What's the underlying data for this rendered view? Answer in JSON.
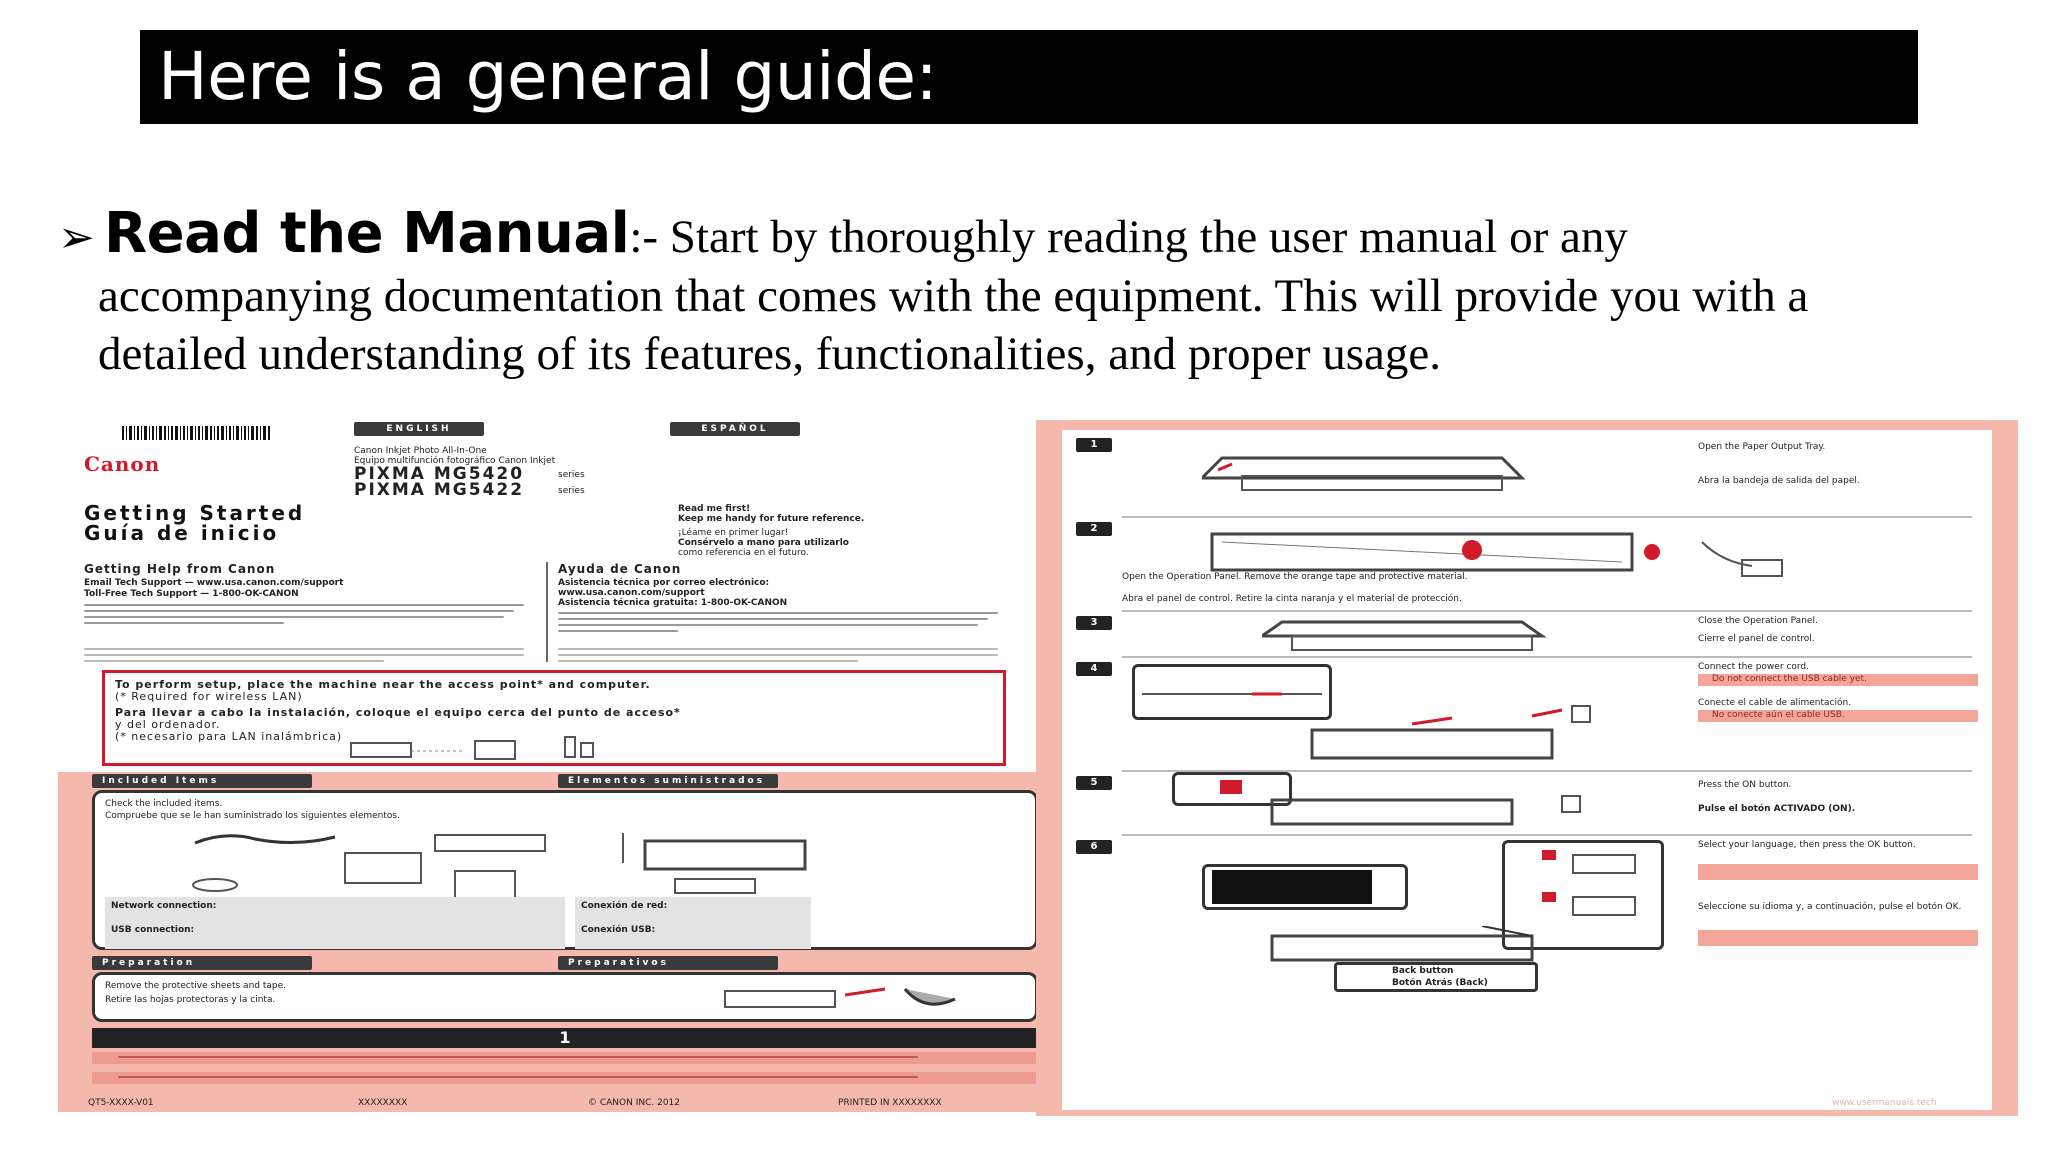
{
  "slide": {
    "title": "Here is a general guide:",
    "bullet": {
      "arrow": "➢",
      "heading": "Read the Manual",
      "separator": ":- ",
      "line1": "Start by thoroughly reading the user manual or any",
      "line2": "accompanying documentation that comes with the equipment. This will provide you with a",
      "line3": "detailed understanding of its features, functionalities, and proper usage."
    }
  },
  "manual": {
    "logo": "Canon",
    "lang_en": "ENGLISH",
    "lang_es": "ESPAÑOL",
    "product_line1": "Canon Inkjet Photo All-In-One",
    "product_line2": "Equipo multifunción fotográfico Canon Inkjet",
    "model1": "PIXMA MG5420",
    "model1_suffix": "series",
    "model2": "PIXMA MG5422",
    "model2_suffix": "series",
    "getting_started": "Getting Started",
    "guia": "Guía de inicio",
    "read_first": "Read me first!",
    "keep_handy": "Keep me handy for future reference.",
    "leame": "¡Léame en primer lugar!",
    "conservelo": "Consérvelo a mano para utilizarlo",
    "conservelo2": "como referencia en el futuro.",
    "help_en": "Getting Help from Canon",
    "help_es": "Ayuda de Canon",
    "email_en": "Email Tech Support — www.usa.canon.com/support",
    "phone_en": "Toll-Free Tech Support — 1-800-OK-CANON",
    "email_es": "Asistencia técnica por correo electrónico:",
    "web_es": "www.usa.canon.com/support",
    "phone_es": "Asistencia técnica gratuita: 1-800-OK-CANON",
    "setup_en": "To perform setup, place the machine near the access point* and computer.",
    "setup_en2": "(* Required for wireless LAN)",
    "setup_es": "Para llevar a cabo la instalación, coloque el equipo cerca del punto de acceso*",
    "setup_es2": "y del ordenador.",
    "setup_es3": "(* necesario para LAN inalámbrica)",
    "included_en": "Included Items",
    "included_es": "Elementos suministrados",
    "check_en": "Check the included items.",
    "check_es": "Compruebe que se le han suministrado los siguientes elementos.",
    "network_en": "Network connection:",
    "network_es": "Conexión de red:",
    "usb_en": "USB connection:",
    "usb_es": "Conexión USB:",
    "prep_en": "Preparation",
    "prep_es": "Preparativos",
    "remove_en": "Remove the protective sheets and tape.",
    "remove_es": "Retire las hojas protectoras y la cinta.",
    "step_label": "1",
    "footer_left": "QT5-XXXX-V01",
    "footer_mid": "XXXXXXXX",
    "footer_copy": "© CANON INC. 2012",
    "footer_right": "PRINTED IN XXXXXXXX",
    "steps": [
      {
        "num": "1",
        "en": "Open the Paper Output Tray.",
        "es": "Abra la bandeja de salida del papel."
      },
      {
        "num": "2",
        "en": "Open the Operation Panel. Remove the orange tape and protective material.",
        "es": "Abra el panel de control. Retire la cinta naranja y el material de protección."
      },
      {
        "num": "3",
        "en": "Close the Operation Panel.",
        "es": "Cierre el panel de control."
      },
      {
        "num": "4",
        "en": "Connect the power cord.",
        "es": "Conecte el cable de alimentación."
      },
      {
        "num": "5",
        "en": "Press the ON button.",
        "es": "Pulse el botón ACTIVADO (ON)."
      },
      {
        "num": "6",
        "en": "Select your language, then press the OK button.",
        "es": "Seleccione su idioma y, a continuación, pulse el botón OK."
      }
    ],
    "usb_warn_en": "Do not connect the USB cable yet.",
    "usb_warn_es": "No conecte aún el cable USB.",
    "back_en": "Back button",
    "back_es": "Botón Atrás (Back)",
    "watermark": "www.usermanuals.tech"
  }
}
